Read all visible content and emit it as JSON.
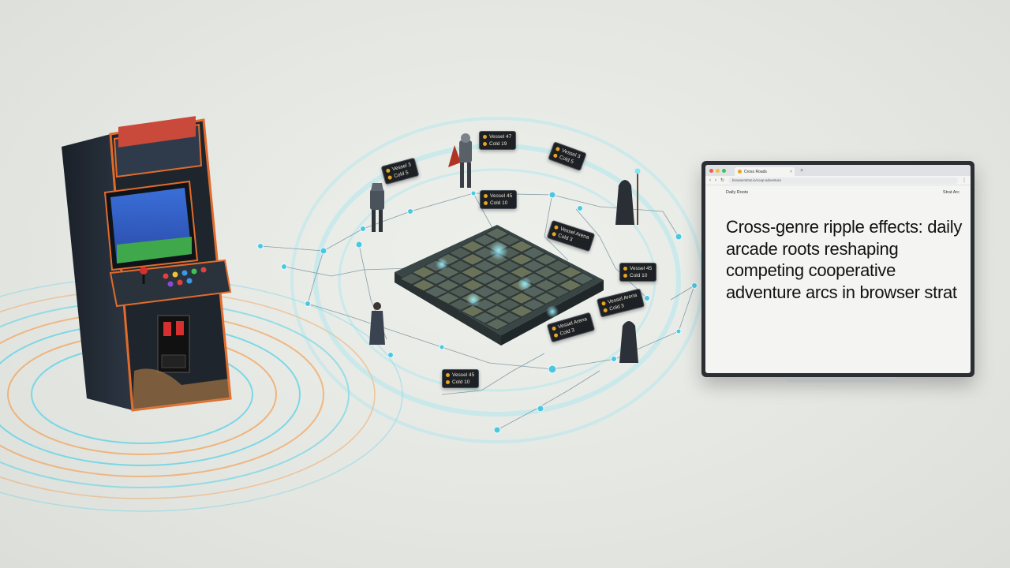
{
  "browser": {
    "tab_title": "Cross Roads",
    "url": "browserstrat.io/coop-adventure",
    "nav_left": "Daily Roots",
    "nav_right": "Strat Arc",
    "headline": "Cross-genre ripple effects: daily arcade roots reshaping competing cooperative adventure arcs in browser strat",
    "colors": {
      "close": "#ef5b4c",
      "minimize": "#f4bd3c",
      "maximize": "#3fc24f"
    }
  },
  "scene_tags": [
    {
      "line1": "Vessel 47",
      "line2": "Cold 19"
    },
    {
      "line1": "Vessel 3",
      "line2": "Cold 5"
    },
    {
      "line1": "Vessel 45",
      "line2": "Cold 10"
    },
    {
      "line1": "Vessel 3",
      "line2": "Cold 5"
    },
    {
      "line1": "Vessel Arena",
      "line2": "Cold 3"
    },
    {
      "line1": "Vessel 45",
      "line2": "Cold 10"
    },
    {
      "line1": "Vessel Arena",
      "line2": "Cold 3"
    },
    {
      "line1": "Vessel Arena",
      "line2": "Cold 3"
    },
    {
      "line1": "Vessel 45",
      "line2": "Cold 10"
    }
  ],
  "palette": {
    "ripple_cyan": "#5fd3e6",
    "ripple_orange": "#f2a35a",
    "cabinet_accent": "#e06b2d",
    "node": "#4cc7e0"
  }
}
